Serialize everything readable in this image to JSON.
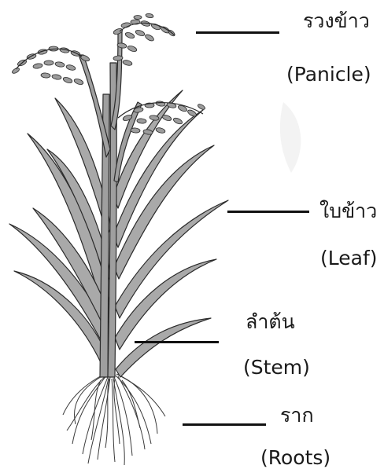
{
  "labels": {
    "panicle": {
      "thai": "รวงข้าว",
      "english": "(Panicle)"
    },
    "leaf": {
      "thai": "ใบข้าว",
      "english": "(Leaf)"
    },
    "stem": {
      "thai": "ลำต้น",
      "english": "(Stem)"
    },
    "roots": {
      "thai": "ราก",
      "english": "(Roots)"
    }
  },
  "colors": {
    "leaf_fill": "#a9a9a9",
    "outline": "#2b2b2b",
    "grain_fill": "#9c9c9c",
    "leader_line": "#111111",
    "text": "#1a1a1a",
    "background": "#ffffff"
  }
}
